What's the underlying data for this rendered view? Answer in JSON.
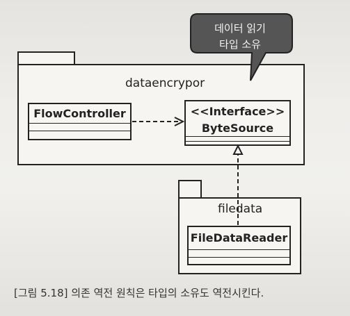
{
  "bubble": {
    "line1": "데이터 읽기",
    "line2": "타입 소유"
  },
  "packages": {
    "dataencrypor": {
      "name": "dataencrypor"
    },
    "filedata": {
      "name": "filedata"
    }
  },
  "classes": {
    "flow_controller": {
      "name": "FlowController"
    },
    "byte_source": {
      "stereotype": "<<Interface>>",
      "name": "ByteSource"
    },
    "file_data_reader": {
      "name": "FileDataReader"
    }
  },
  "caption": "[그림 5.18] 의존 역전 원칙은 타입의 소유도 역전시킨다.",
  "colors": {
    "bubble_fill": "#555555",
    "line": "#222222",
    "paper": "#f1f0ed"
  }
}
